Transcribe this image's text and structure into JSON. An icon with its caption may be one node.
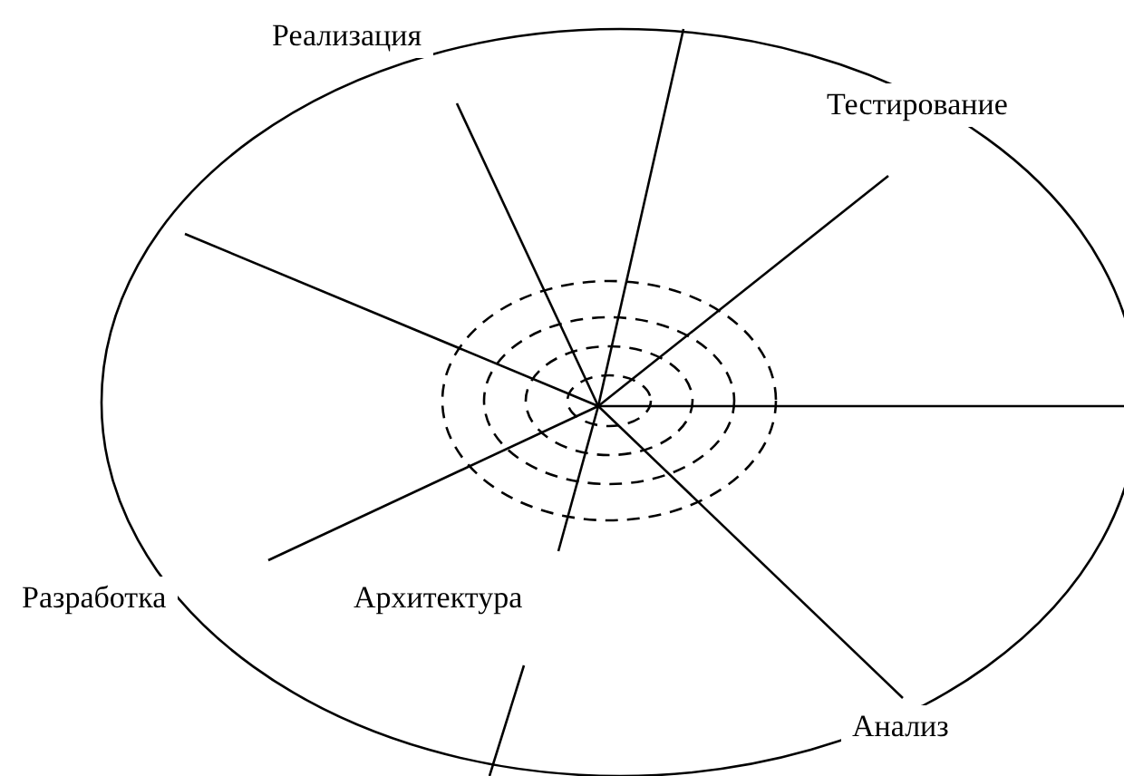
{
  "diagram": {
    "labels": [
      "Реализация",
      "Тестирование",
      "Разработка",
      "Архитектура",
      "Анализ"
    ]
  }
}
